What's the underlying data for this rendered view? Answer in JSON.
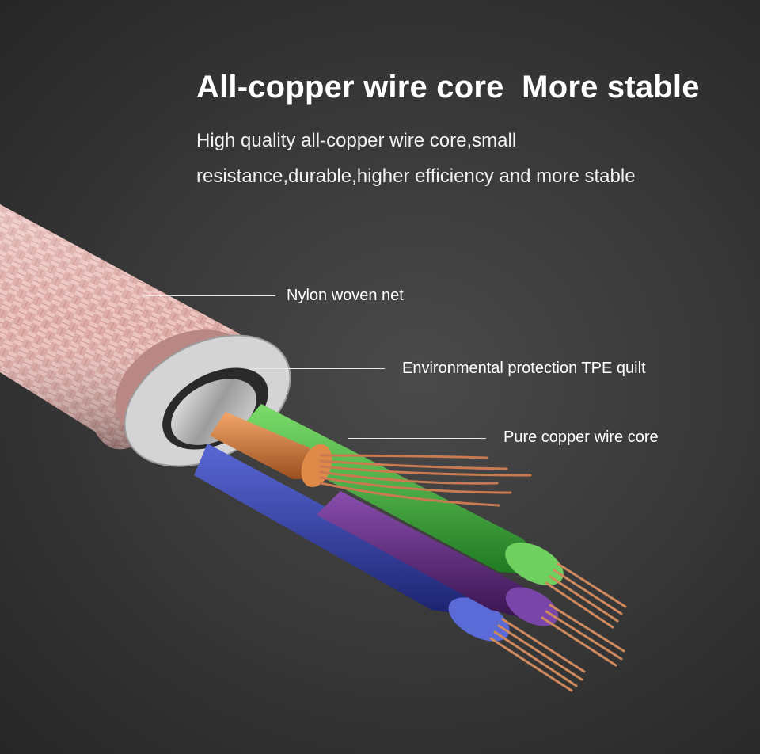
{
  "headline": "All-copper wire core  More stable",
  "subtext_line1": "High quality all-copper wire core,small",
  "subtext_line2": "resistance,durable,higher efficiency and more stable",
  "callouts": [
    {
      "label": "Nylon woven net"
    },
    {
      "label": "Environmental protection TPE quilt"
    },
    {
      "label": "Pure copper wire core"
    }
  ],
  "colors": {
    "background": "#333333",
    "braid": "#e3b0ac",
    "tpe_jacket": "#d6d6d6",
    "foil": "#b8b8b8",
    "wire_orange": "#c9743a",
    "wire_green": "#3fae3b",
    "wire_blue": "#2e3a9e",
    "wire_purple": "#5a2a7a",
    "copper": "#c97a50"
  }
}
